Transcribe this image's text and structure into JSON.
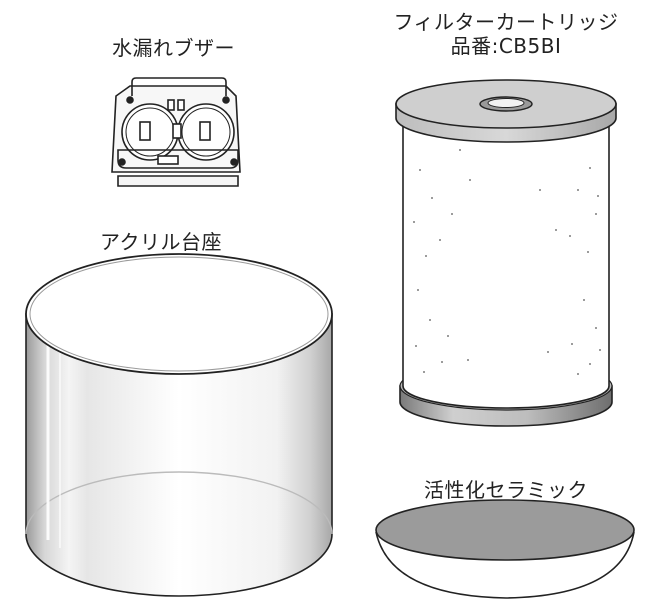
{
  "labels": {
    "buzzer": "水漏れブザー",
    "filter_line1": "フィルターカートリッジ",
    "filter_line2": "品番:CB5BI",
    "acrylic": "アクリル台座",
    "ceramic": "活性化セラミック"
  }
}
